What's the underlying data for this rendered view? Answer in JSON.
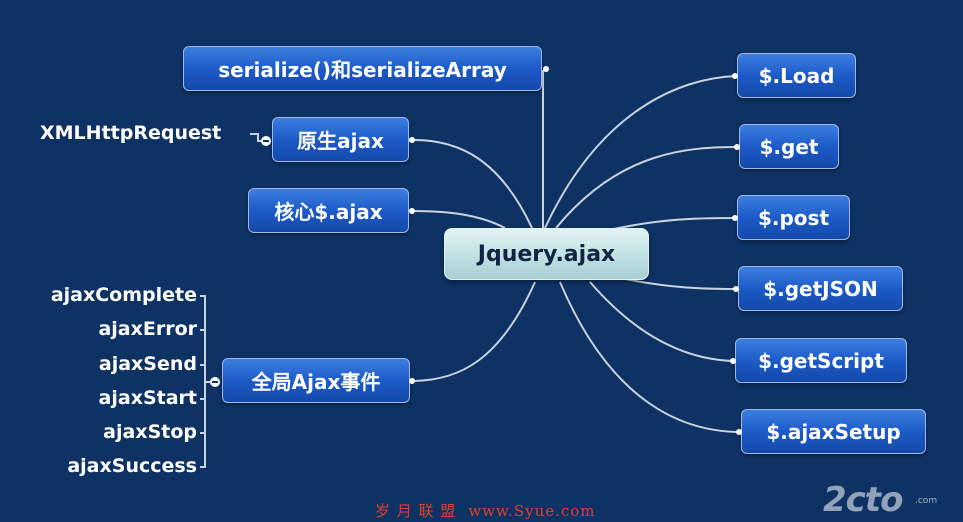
{
  "diagram": {
    "center": "Jquery.ajax",
    "right_nodes": [
      "$.Load",
      "$.get",
      "$.post",
      "$.getJSON",
      "$.getScript",
      "$.ajaxSetup"
    ],
    "left_nodes": {
      "serialize": "serialize()和serializeArray",
      "native": "原生ajax",
      "core": "核心$.ajax",
      "global_events": "全局Ajax事件"
    },
    "native_children": [
      "XMLHttpRequest"
    ],
    "global_event_children": [
      "ajaxComplete",
      "ajaxError",
      "ajaxSend",
      "ajaxStart",
      "ajaxStop",
      "ajaxSuccess"
    ]
  },
  "colors": {
    "background": "#0e3263",
    "node": "#1d5bc8",
    "center": "#bfe0e3",
    "connector": "#c9d3de",
    "footer_text": "#e0402a"
  },
  "footer": {
    "site_name": "岁 月 联 盟",
    "site_url": "www.Syue.com"
  },
  "watermark": {
    "logo_text": "2cto",
    "logo_suffix": ".com"
  }
}
